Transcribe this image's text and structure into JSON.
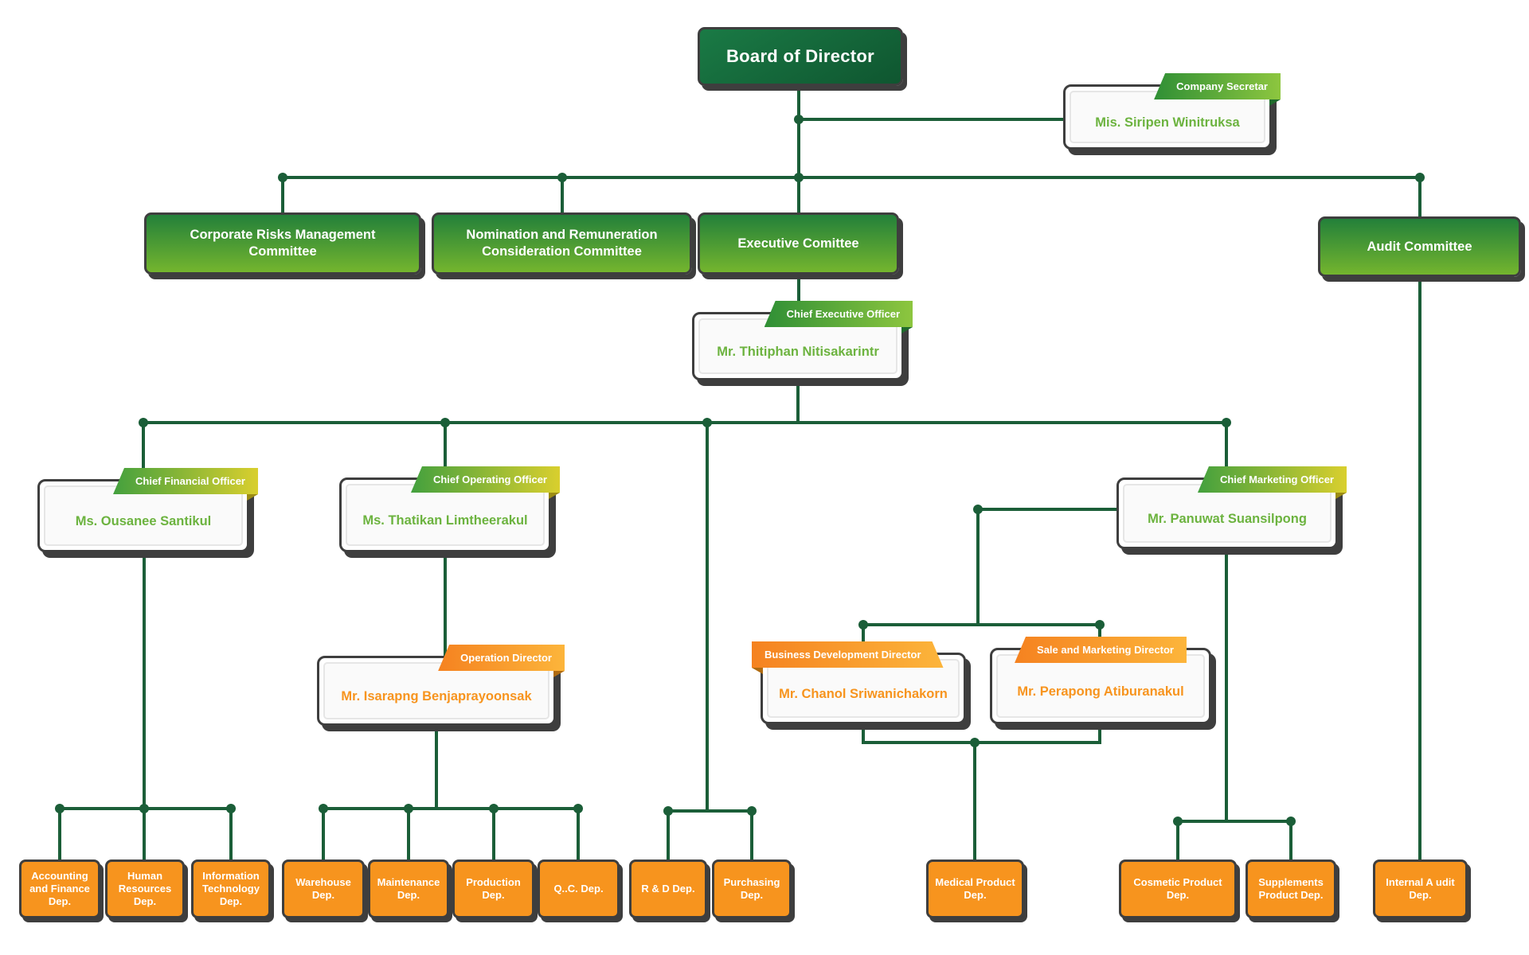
{
  "org_chart": {
    "board": {
      "label": "Board of Director"
    },
    "company_secretary": {
      "title": "Company Secretar",
      "name": "Mis. Siripen Winitruksa"
    },
    "committees": [
      {
        "label": "Corporate Risks Management Committee"
      },
      {
        "label": "Nomination and Remuneration Consideration Committee"
      },
      {
        "label": "Executive Comittee"
      },
      {
        "label": "Audit Committee"
      }
    ],
    "ceo": {
      "title": "Chief Executive Officer",
      "name": "Mr. Thitiphan Nitisakarintr"
    },
    "officers": [
      {
        "title": "Chief Financial Officer",
        "name": "Ms. Ousanee Santikul"
      },
      {
        "title": "Chief Operating Officer",
        "name": "Ms. Thatikan Limtheerakul"
      },
      {
        "title": "Chief Marketing Officer",
        "name": "Mr. Panuwat Suansilpong"
      }
    ],
    "directors": [
      {
        "title": "Operation Director",
        "name": "Mr. Isarapng Benjaprayoonsak"
      },
      {
        "title": "Business Development Director",
        "name": "Mr. Chanol Sriwanichakorn"
      },
      {
        "title": "Sale and Marketing Director",
        "name": "Mr. Perapong Atiburanakul"
      }
    ],
    "departments": [
      {
        "label": "Accounting and Finance Dep."
      },
      {
        "label": "Human Resources Dep."
      },
      {
        "label": "Information Technology Dep."
      },
      {
        "label": "Warehouse Dep."
      },
      {
        "label": "Maintenance Dep."
      },
      {
        "label": "Production Dep."
      },
      {
        "label": "Q..C. Dep."
      },
      {
        "label": "R & D Dep."
      },
      {
        "label": "Purchasing Dep."
      },
      {
        "label": "Medical Product Dep."
      },
      {
        "label": "Cosmetic Product Dep."
      },
      {
        "label": "Supplements Product Dep."
      },
      {
        "label": "Internal A udit Dep."
      }
    ],
    "colors": {
      "board_green": "#156038",
      "committee_green_top": "#23803a",
      "committee_green_bottom": "#74b52e",
      "badge_green_start": "#2f8f35",
      "badge_green_end": "#8dc63f",
      "badge_yellow_end": "#d9cf2e",
      "badge_orange_start": "#f58220",
      "badge_orange_end": "#fcb53b",
      "department_orange": "#f7941e",
      "line_green": "#1b5e38",
      "name_green": "#6cb33f",
      "name_orange": "#f7941e",
      "border_charcoal": "#3e3e3e"
    }
  }
}
